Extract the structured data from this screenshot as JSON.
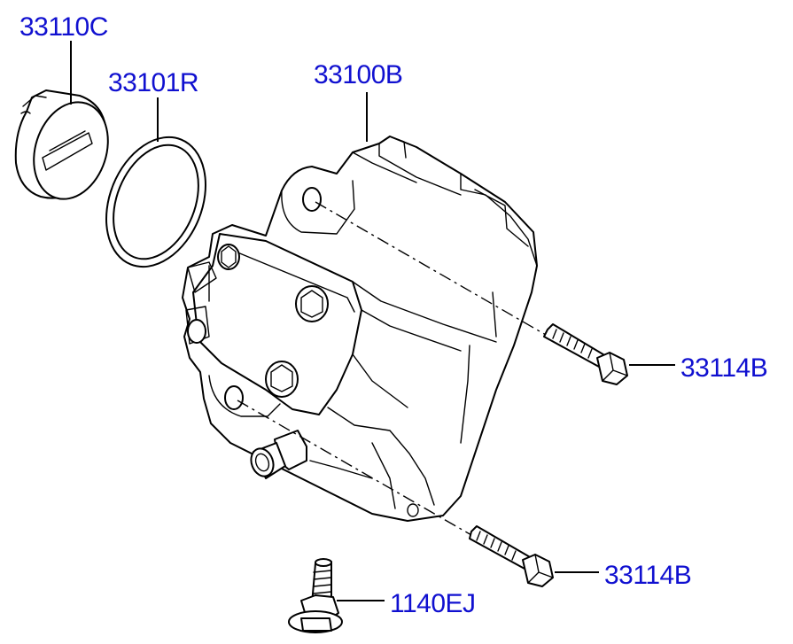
{
  "diagram": {
    "callouts": [
      {
        "id": "cap",
        "part_number": "33110C"
      },
      {
        "id": "oring",
        "part_number": "33101R"
      },
      {
        "id": "pump",
        "part_number": "33100B"
      },
      {
        "id": "bolt-upper",
        "part_number": "33114B"
      },
      {
        "id": "bolt-lower",
        "part_number": "33114B"
      },
      {
        "id": "flange-bolt",
        "part_number": "1140EJ"
      }
    ],
    "colors": {
      "label": "#1010d0",
      "line": "#000000",
      "background": "#ffffff"
    }
  }
}
